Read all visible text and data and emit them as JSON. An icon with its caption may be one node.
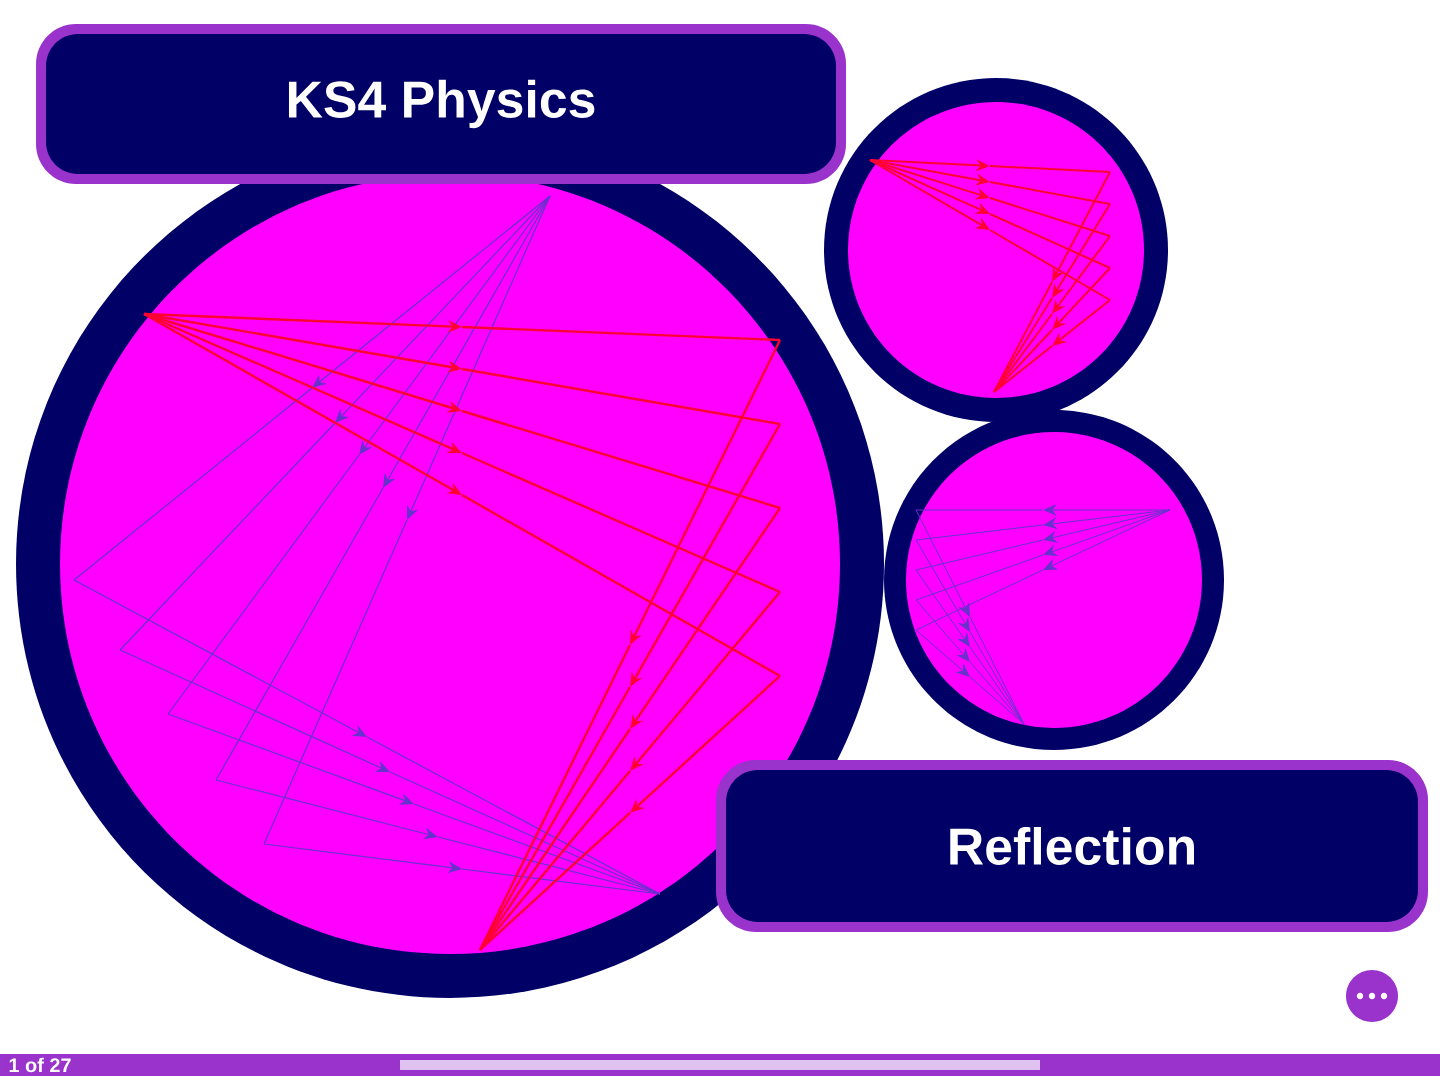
{
  "diagram": {
    "nodes": [
      {
        "text": [
          "KS4 Physics"
        ]
      },
      {
        "text": [
          "Reflection"
        ]
      }
    ],
    "edges": [],
    "labels": [
      "1 of 27"
    ]
  }
}
